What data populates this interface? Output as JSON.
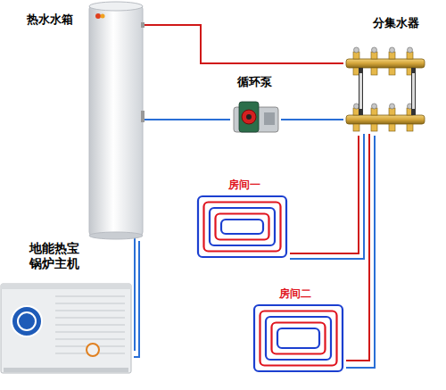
{
  "diagram": {
    "nodes": [
      {
        "text": [
          "热水水箱"
        ]
      },
      {
        "text": [
          "分集水器"
        ]
      },
      {
        "text": [
          "循环泵"
        ]
      },
      {
        "text": [
          "房间一"
        ]
      },
      {
        "text": [
          "房间二"
        ]
      },
      {
        "text": [
          "地能热宝 锅炉主机"
        ]
      }
    ],
    "edges": [
      {
        "from": 0,
        "to": 1,
        "arrow": "none"
      },
      {
        "from": 0,
        "to": 2,
        "arrow": "none"
      },
      {
        "from": 2,
        "to": 1,
        "arrow": "none"
      },
      {
        "from": 1,
        "to": 3,
        "arrow": "none"
      },
      {
        "from": 1,
        "to": 4,
        "arrow": "none"
      },
      {
        "from": 5,
        "to": 0,
        "arrow": "none"
      }
    ]
  }
}
